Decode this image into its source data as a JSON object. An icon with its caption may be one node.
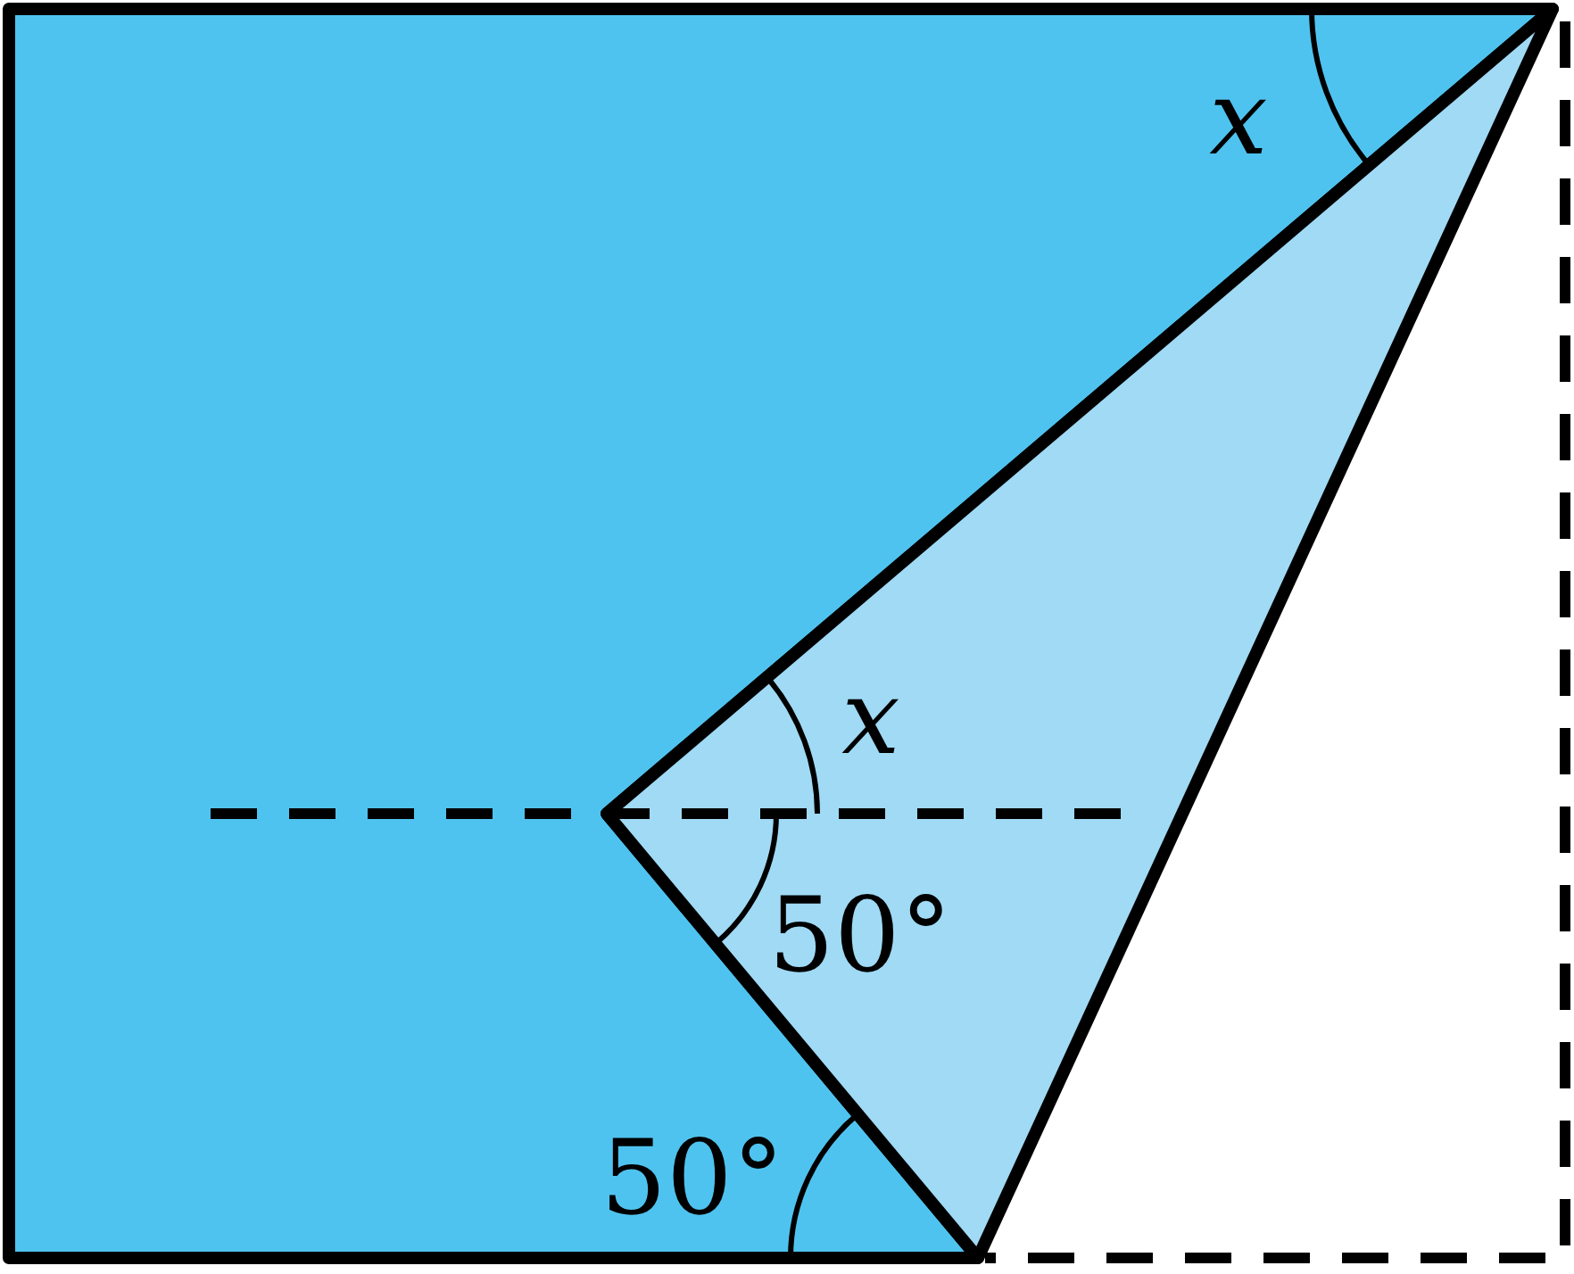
{
  "diagram": {
    "labels": [
      "x",
      "x",
      "50°",
      "50°"
    ]
  }
}
